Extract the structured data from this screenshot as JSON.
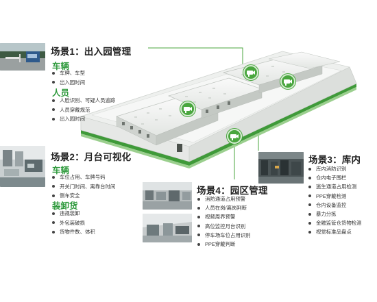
{
  "scene1": {
    "title": "场景1：出入园管理",
    "vehicle_heading": "车辆",
    "vehicle_items": [
      "车牌、车型",
      "出入园时间"
    ],
    "person_heading": "人员",
    "person_items": [
      "人脸识别、可疑人员追踪",
      "人员穿戴规范",
      "出入园时间"
    ]
  },
  "scene2": {
    "title": "场景2：月台可视化",
    "vehicle_heading": "车辆",
    "vehicle_items": [
      "车位占用、车牌号码",
      "开关门时间、离靠台时间",
      "侧车安全"
    ],
    "cargo_heading": "装卸货",
    "cargo_items": [
      "违规装卸",
      "外包装破损",
      "货物件数、体积"
    ]
  },
  "scene3": {
    "title": "场景3：库内",
    "items": [
      "库内消防识别",
      "仓内电子围栏",
      "逃生通道占用检测",
      "PPE穿戴检测",
      "仓内设备监控",
      "暴力分拣",
      "金融监管仓货物检测",
      "视觉标准品盘点"
    ]
  },
  "scene4": {
    "title": "场景4：园区管理",
    "items": [
      "消防通道占用预警",
      "人员在岗/离岗判断",
      "视频周界预警",
      "高位监控月台识别",
      "停车场车位占用识别",
      "PPE穿戴判断"
    ]
  },
  "icons": {
    "camera": "camera-icon",
    "bullet": "bullet-dot"
  },
  "colors": {
    "accent_green": "#2f9a3d",
    "camera_green": "#49a63e",
    "platform_white": "#f4f6f4"
  }
}
